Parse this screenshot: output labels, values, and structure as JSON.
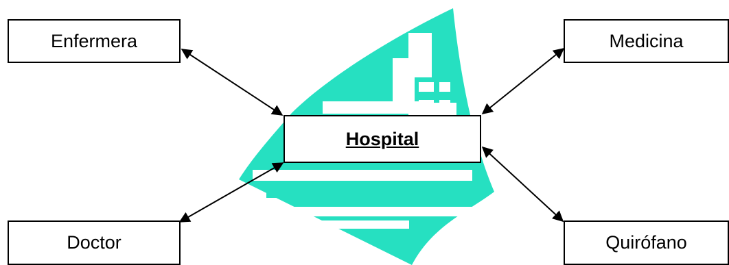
{
  "diagram": {
    "center_node": {
      "label": "Hospital"
    },
    "nodes": [
      {
        "id": "enfermera",
        "label": "Enfermera"
      },
      {
        "id": "medicina",
        "label": "Medicina"
      },
      {
        "id": "doctor",
        "label": "Doctor"
      },
      {
        "id": "quirofano",
        "label": "Quirófano"
      }
    ],
    "edges": [
      {
        "from": "hospital",
        "to": "enfermera",
        "direction": "both"
      },
      {
        "from": "hospital",
        "to": "medicina",
        "direction": "both"
      },
      {
        "from": "hospital",
        "to": "doctor",
        "direction": "both"
      },
      {
        "from": "hospital",
        "to": "quirofano",
        "direction": "both"
      }
    ],
    "colors": {
      "clipart": "#26e0c1",
      "box_border": "#000000",
      "arrow": "#000000"
    },
    "background_icon": "hospital-building-clipart"
  }
}
